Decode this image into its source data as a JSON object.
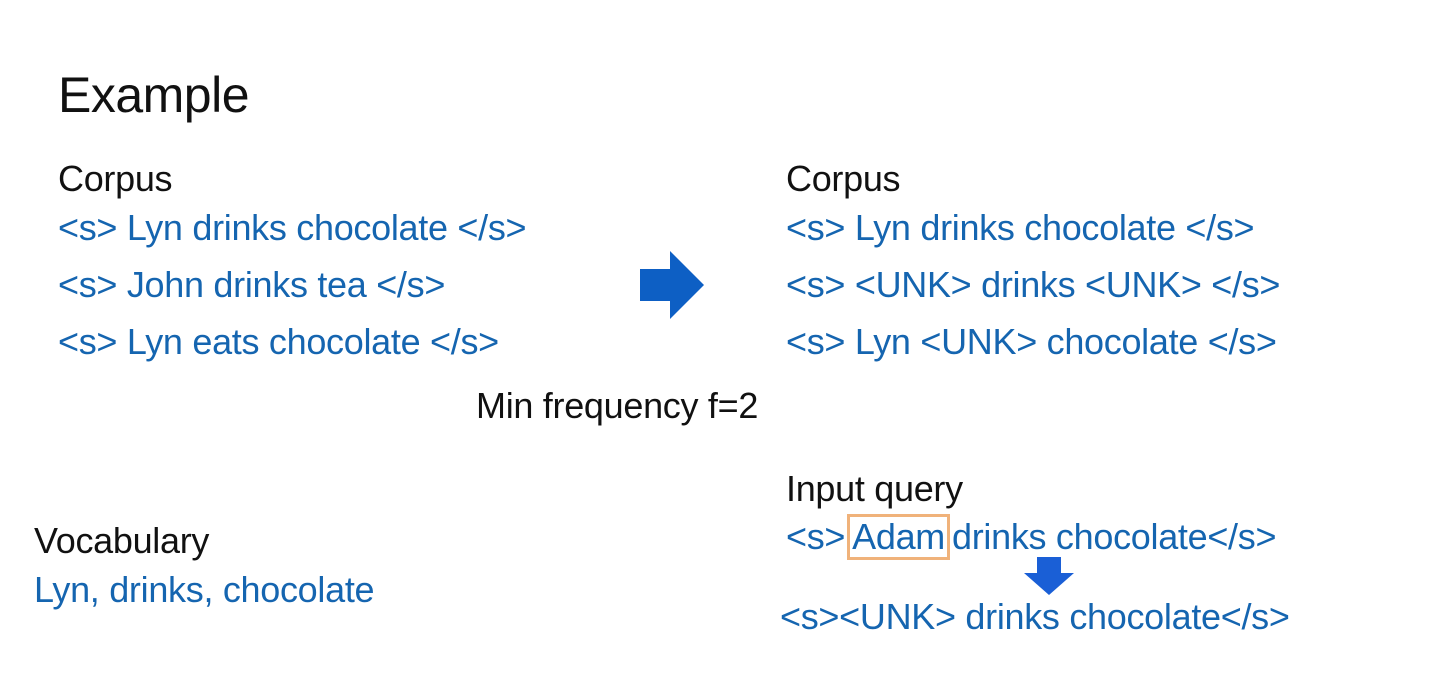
{
  "title": "Example",
  "left_corpus": {
    "label": "Corpus",
    "lines": [
      "<s> Lyn drinks chocolate </s>",
      "<s> John drinks tea </s>",
      "<s> Lyn eats chocolate </s>"
    ]
  },
  "right_corpus": {
    "label": "Corpus",
    "lines": [
      "<s> Lyn drinks chocolate </s>",
      "<s> <UNK> drinks <UNK> </s>",
      "<s> Lyn <UNK> chocolate </s>"
    ]
  },
  "min_frequency": "Min frequency f=2",
  "vocabulary": {
    "label": "Vocabulary",
    "words": "Lyn, drinks, chocolate"
  },
  "input_query": {
    "label": "Input query",
    "prefix": "<s>",
    "highlighted_word": "Adam",
    "suffix": "drinks chocolate</s>",
    "result": "<s><UNK> drinks chocolate</s>"
  },
  "colors": {
    "text_blue": "#1565b0",
    "arrow_blue": "#0d5fc4",
    "highlight_border": "#f0b27a"
  },
  "icons": {
    "right_arrow": "arrow-right-icon",
    "down_arrow": "arrow-down-icon"
  }
}
